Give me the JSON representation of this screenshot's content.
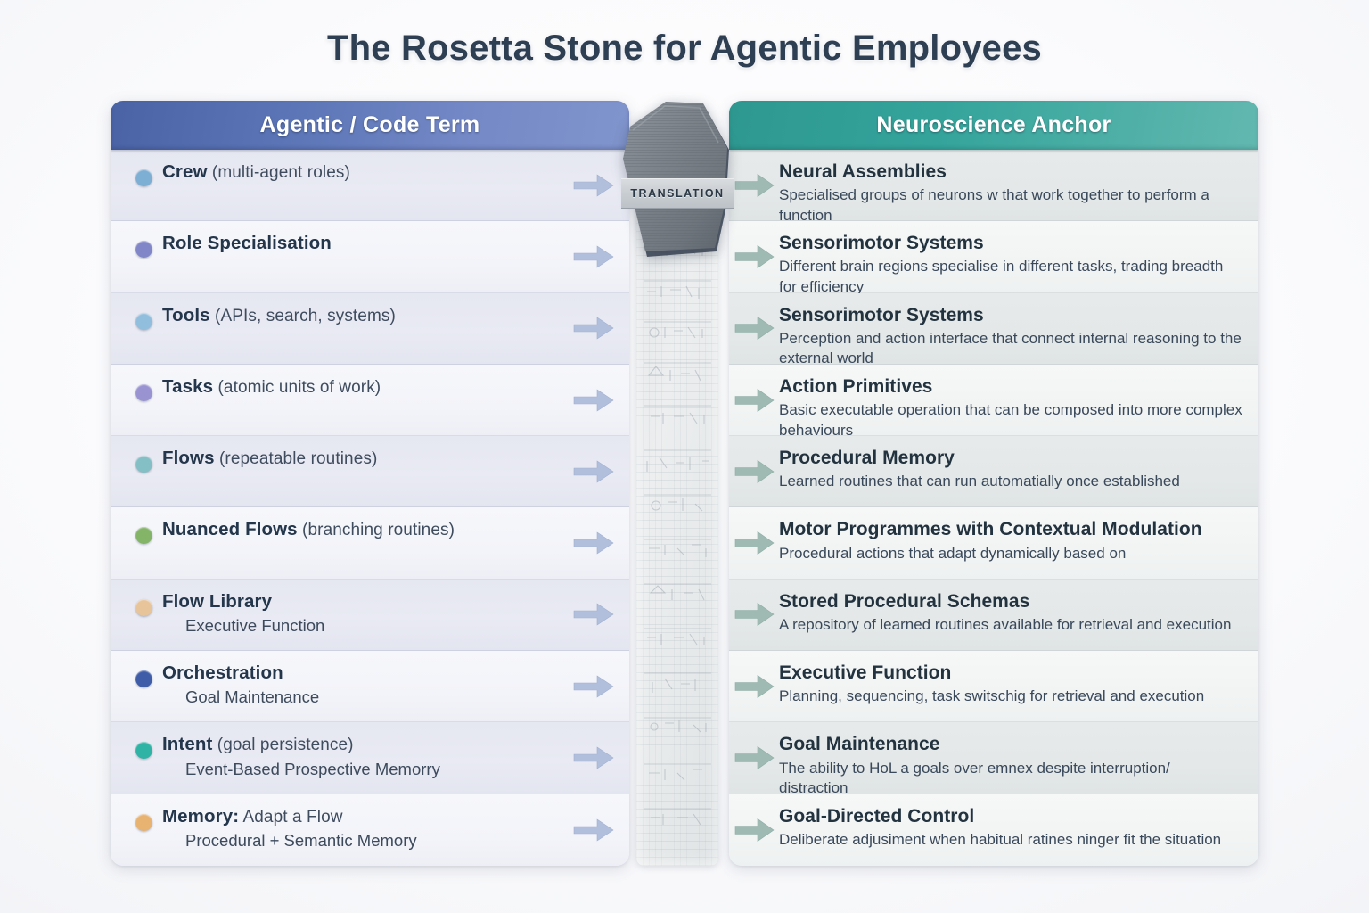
{
  "title": "The Rosetta Stone for Agentic Employees",
  "colors": {
    "left_header_start": "#4a63a5",
    "left_header_end": "#8094cc",
    "right_header_start": "#2e9890",
    "right_header_end": "#62b8b0",
    "title_color": "#2e3f54",
    "left_arrow": "#aebad8",
    "right_arrow": "#8fada6"
  },
  "headers": {
    "left": "Agentic / Code Term",
    "right": "Neuroscience Anchor"
  },
  "center": {
    "badge_label": "TRANSLATION",
    "stone_name": "rosetta-stone"
  },
  "left_rows": [
    {
      "dot": "#7daed3",
      "term": "Crew",
      "term_soft": " (multi-agent roles)",
      "sub": "",
      "sub_indent": false
    },
    {
      "dot": "#8186c9",
      "term": "Role Specialisation",
      "term_soft": "",
      "sub": "",
      "sub_indent": false
    },
    {
      "dot": "#92bede",
      "term": "Tools",
      "term_soft": " (APIs, search, systems)",
      "sub": "",
      "sub_indent": false
    },
    {
      "dot": "#9a93d2",
      "term": "Tasks",
      "term_soft": " (atomic units of work)",
      "sub": "",
      "sub_indent": false
    },
    {
      "dot": "#84bfc6",
      "term": "Flows",
      "term_soft": " (repeatable routines)",
      "sub": "",
      "sub_indent": false
    },
    {
      "dot": "#84b468",
      "term": "Nuanced Flows",
      "term_soft": " (branching routines)",
      "sub": "",
      "sub_indent": false
    },
    {
      "dot": "#e8c49a",
      "term": "Flow Library",
      "term_soft": "",
      "sub": "Executive Function",
      "sub_indent": true
    },
    {
      "dot": "#3e5ca8",
      "term": "Orchestration",
      "term_soft": "",
      "sub": "Goal Maintenance",
      "sub_indent": true
    },
    {
      "dot": "#2eb3a5",
      "term": "Intent",
      "term_soft": " (goal persistence)",
      "sub": "Event-Based Prospective Memorry",
      "sub_indent": true
    },
    {
      "dot": "#e8b271",
      "term": "Memory:",
      "term_soft": " Adapt a Flow",
      "sub": "Procedural + Semantic Memory",
      "sub_indent": true
    }
  ],
  "right_rows": [
    {
      "term": "Neural Assemblies",
      "desc": "Specialised groups of neurons w that work together to perform a function"
    },
    {
      "term": "Sensorimotor Systems",
      "desc": "Different brain regions specialise in different tasks, trading breadth for efficiency"
    },
    {
      "term": "Sensorimotor Systems",
      "desc": "Perception and action interface that connect internal reasoning to the external world"
    },
    {
      "term": "Action Primitives",
      "desc": "Basic executable operation that can be composed into more complex behaviours"
    },
    {
      "term": "Procedural Memory",
      "desc": "Learned routines that can run automatially once established"
    },
    {
      "term": "Motor Programmes with Contextual Modulation",
      "desc": "Procedural actions that adapt dynamically based on"
    },
    {
      "term": "Stored Procedural Schemas",
      "desc": "A repository of learned routines available for retrieval and execution"
    },
    {
      "term": "Executive Function",
      "desc": "Planning, sequencing, task switschig for retrieval and execution"
    },
    {
      "term": "Goal Maintenance",
      "desc": "The ability to HoL a goals over emnex despite interruption/ distraction"
    },
    {
      "term": "Goal-Directed Control",
      "desc": "Deliberate adjusiment when habitual ratines ninger fit the situation"
    }
  ]
}
